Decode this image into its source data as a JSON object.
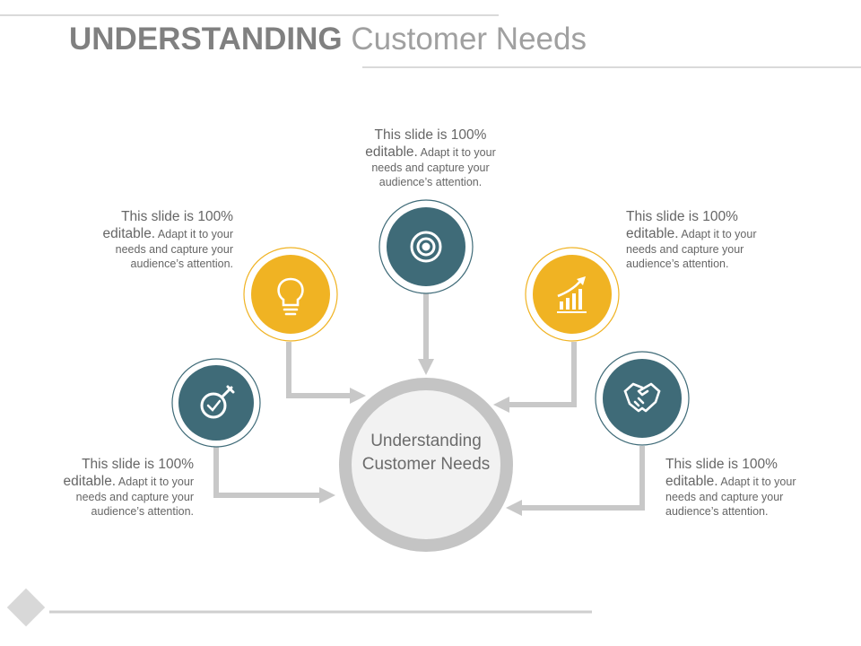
{
  "title": {
    "bold": "UNDERSTANDING",
    "light": "Customer Needs"
  },
  "center": {
    "label": "Understanding Customer Needs"
  },
  "colors": {
    "teal": "#3f6b78",
    "yellow": "#f0b323",
    "connector": "#c8c8c8",
    "hub_ring": "#c4c4c4",
    "hub_fill": "#f2f2f2"
  },
  "nodes": [
    {
      "id": "left-bottom",
      "icon": "magnifier-check-icon",
      "color": "teal",
      "text_lead": "This slide is 100% editable.",
      "text_rest": "Adapt it to your needs and capture your audience’s attention."
    },
    {
      "id": "left-top",
      "icon": "lightbulb-icon",
      "color": "yellow",
      "text_lead": "This slide is 100% editable.",
      "text_rest": "Adapt it to your needs and capture your audience’s attention."
    },
    {
      "id": "top",
      "icon": "target-icon",
      "color": "teal",
      "text_lead": "This slide is 100% editable.",
      "text_rest": "Adapt it to your needs and capture your audience’s attention."
    },
    {
      "id": "right-top",
      "icon": "growth-chart-icon",
      "color": "yellow",
      "text_lead": "This slide is 100% editable.",
      "text_rest": "Adapt it to your needs and capture your audience’s attention."
    },
    {
      "id": "right-bottom",
      "icon": "handshake-icon",
      "color": "teal",
      "text_lead": "This slide is 100% editable.",
      "text_rest": "Adapt it to your needs and capture your audience’s attention."
    }
  ]
}
